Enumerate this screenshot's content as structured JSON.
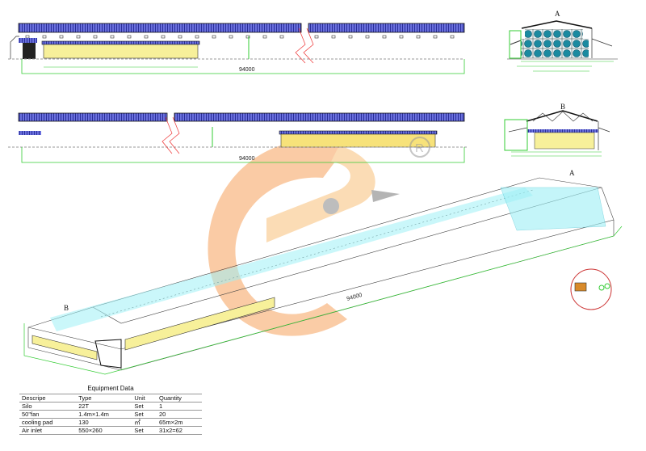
{
  "top_elevation": {
    "length_label": "94000"
  },
  "middle_elevation": {
    "length_label": "94000"
  },
  "section_a": {
    "label": "A"
  },
  "section_b": {
    "label": "B"
  },
  "isometric": {
    "label_a": "A",
    "label_b": "B",
    "length_label": "94000"
  },
  "equipment": {
    "title": "Equipment Data",
    "headers": [
      "Descripe",
      "Type",
      "Unit",
      "Quantity"
    ],
    "rows": [
      [
        "Silo",
        "22T",
        "Set",
        "1"
      ],
      [
        "50\"fan",
        "1.4m×1.4m",
        "Set",
        "20"
      ],
      [
        "cooling pad",
        "130",
        "㎡",
        "65m×2m"
      ],
      [
        "Air inlet",
        "550×260",
        "Set",
        "31x2=62"
      ]
    ]
  },
  "colors": {
    "roof": "#5a5fd0",
    "pad": "#f7f09a",
    "dimension": "#33cc33",
    "cooling": "#7fe6ee",
    "watermark": "#f6a25c"
  }
}
